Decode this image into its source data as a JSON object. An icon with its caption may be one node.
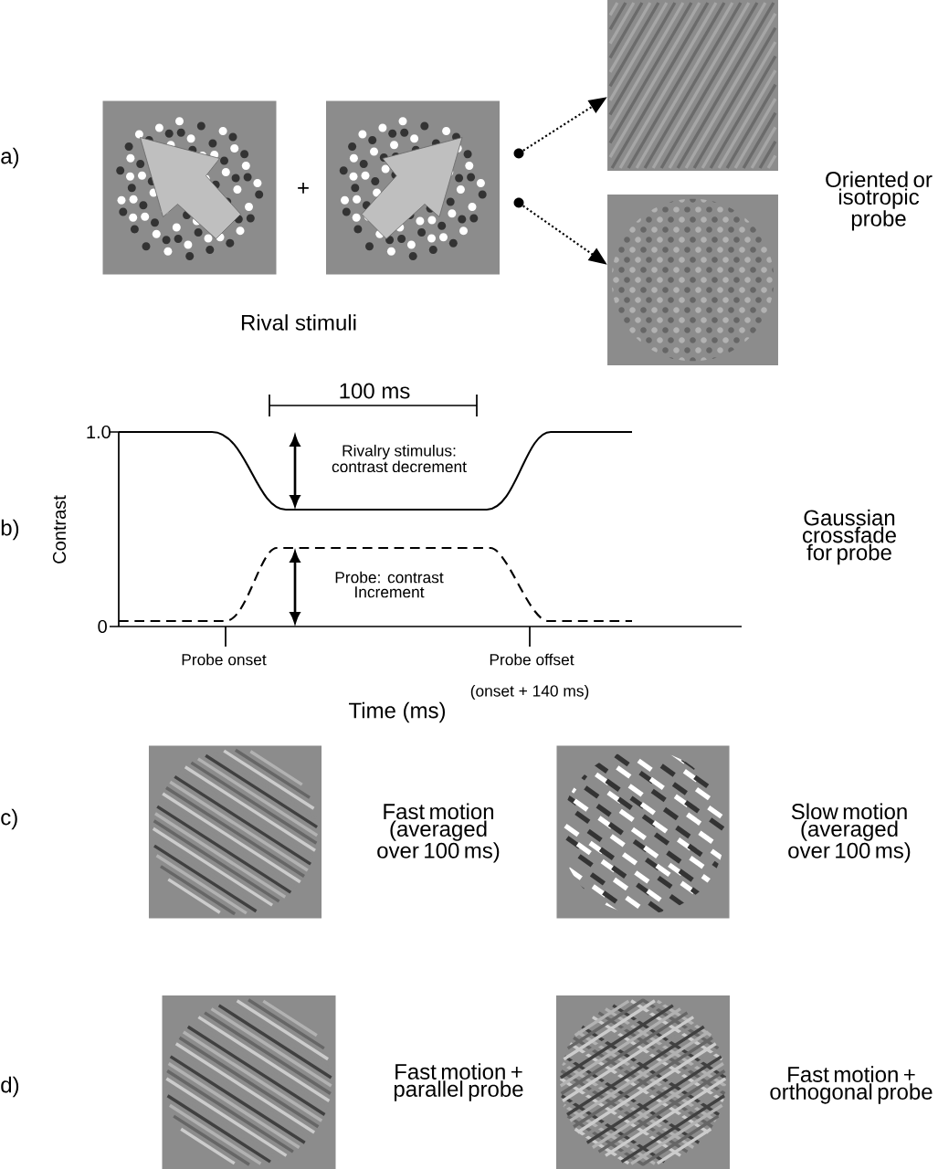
{
  "diagram": {
    "nodes": [
      {
        "text": [],
        "shape": "picture"
      },
      {
        "text": [],
        "shape": "picture"
      },
      {
        "text": [],
        "shape": "picture"
      },
      {
        "text": [],
        "shape": "picture"
      },
      {
        "text": [],
        "shape": "picture",
        "beside": [
          "Fast motion (averaged over 100 ms)"
        ]
      },
      {
        "text": [],
        "shape": "picture",
        "beside": [
          "Slow motion (averaged over 100 ms)"
        ]
      },
      {
        "text": [],
        "shape": "picture"
      },
      {
        "text": [],
        "shape": "picture",
        "beside": [
          "Fast motion + orthogonal probe"
        ]
      },
      {
        "text": [],
        "shape": "circle"
      },
      {
        "text": [],
        "shape": "circle"
      }
    ],
    "edges": [
      {
        "from": 8,
        "to": 2,
        "arrow": "to",
        "style": "dashed"
      },
      {
        "from": 9,
        "to": 3,
        "arrow": "to",
        "style": "dashed"
      }
    ],
    "labels": [
      "a)",
      "+",
      "Oriented or isotropic probe",
      "Rival stimuli",
      "100 ms",
      "1.0",
      "Rivalry stimulus: contrast decrement",
      "b)",
      "Contrast",
      "Gaussian crossfade for probe",
      "Probe: contrast Increment",
      "0",
      "Probe onset",
      "Probe offset",
      "(onset + 140 ms)",
      "Time (ms)",
      "c)",
      "Fast motion + parallel probe",
      "d)"
    ]
  }
}
